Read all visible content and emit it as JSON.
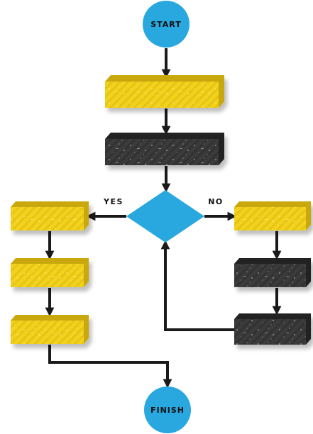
{
  "labels": {
    "start": "START",
    "finish": "FINISH",
    "yes": "YES",
    "no": "NO"
  },
  "colors": {
    "circle": "#29A8E0",
    "diamond": "#29A8E0",
    "yellow_face": "#F2D21B",
    "yellow_side": "#C9A80F",
    "dark_face": "#3A3A3A",
    "dark_side": "#202020",
    "arrow": "#1A1A1A",
    "text": "#111111"
  },
  "icons": {
    "arrowhead": "triangle-arrowhead-icon",
    "texture": "grunge-stripe-texture"
  }
}
